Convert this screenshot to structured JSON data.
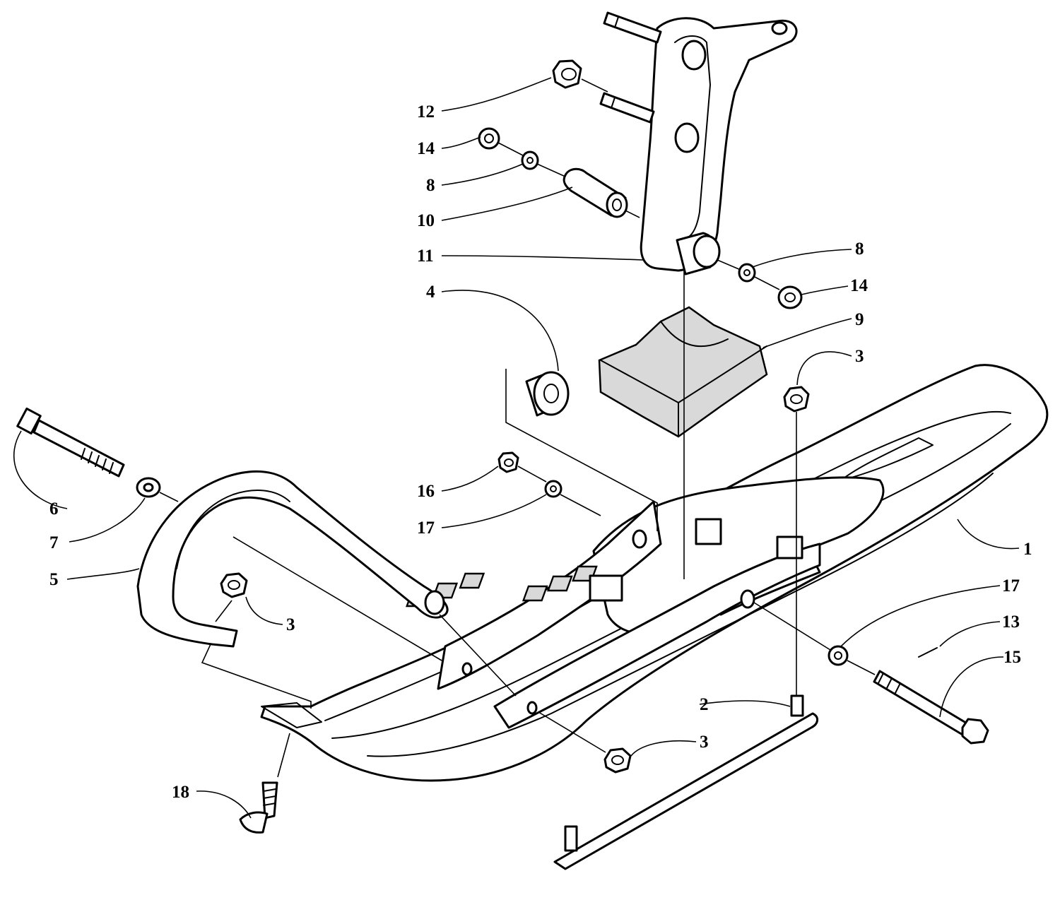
{
  "callouts": {
    "c1": "1",
    "c2": "2",
    "c3a": "3",
    "c3b": "3",
    "c3c": "3",
    "c4": "4",
    "c5": "5",
    "c6": "6",
    "c7": "7",
    "c8a": "8",
    "c8b": "8",
    "c9": "9",
    "c10": "10",
    "c11": "11",
    "c12": "12",
    "c13": "13",
    "c14a": "14",
    "c14b": "14",
    "c15": "15",
    "c16": "16",
    "c17a": "17",
    "c17b": "17",
    "c18": "18"
  }
}
